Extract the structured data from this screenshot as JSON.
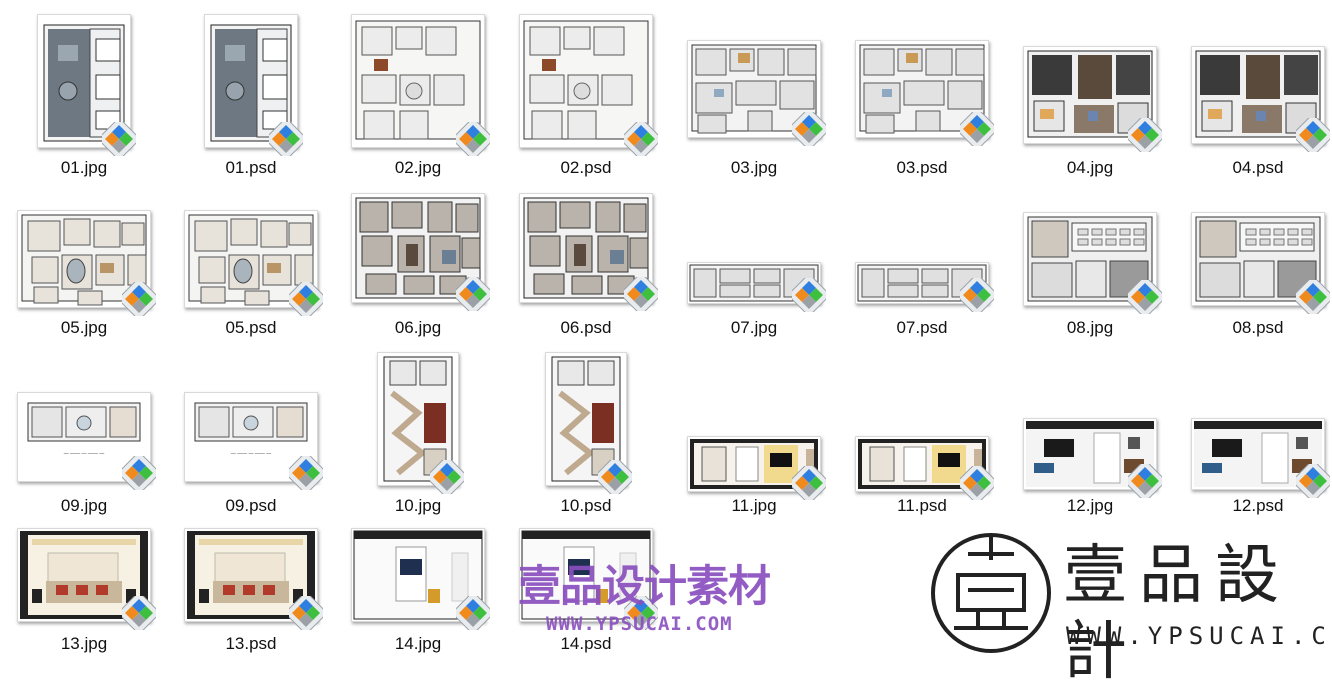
{
  "files": [
    {
      "label": "01.jpg",
      "kind": "v1"
    },
    {
      "label": "01.psd",
      "kind": "v1"
    },
    {
      "label": "02.jpg",
      "kind": "v2"
    },
    {
      "label": "02.psd",
      "kind": "v2"
    },
    {
      "label": "03.jpg",
      "kind": "v3"
    },
    {
      "label": "03.psd",
      "kind": "v3"
    },
    {
      "label": "04.jpg",
      "kind": "v4"
    },
    {
      "label": "04.psd",
      "kind": "v4"
    },
    {
      "label": "05.jpg",
      "kind": "v5"
    },
    {
      "label": "05.psd",
      "kind": "v5"
    },
    {
      "label": "06.jpg",
      "kind": "v6"
    },
    {
      "label": "06.psd",
      "kind": "v6"
    },
    {
      "label": "07.jpg",
      "kind": "v7"
    },
    {
      "label": "07.psd",
      "kind": "v7"
    },
    {
      "label": "08.jpg",
      "kind": "v8"
    },
    {
      "label": "08.psd",
      "kind": "v8"
    },
    {
      "label": "09.jpg",
      "kind": "v9"
    },
    {
      "label": "09.psd",
      "kind": "v9"
    },
    {
      "label": "10.jpg",
      "kind": "v10"
    },
    {
      "label": "10.psd",
      "kind": "v10"
    },
    {
      "label": "11.jpg",
      "kind": "v11"
    },
    {
      "label": "11.psd",
      "kind": "v11"
    },
    {
      "label": "12.jpg",
      "kind": "v12"
    },
    {
      "label": "12.psd",
      "kind": "v12"
    },
    {
      "label": "13.jpg",
      "kind": "v13"
    },
    {
      "label": "13.psd",
      "kind": "v13"
    },
    {
      "label": "14.jpg",
      "kind": "v14"
    },
    {
      "label": "14.psd",
      "kind": "v14"
    }
  ],
  "watermark": {
    "title": "壹品设计素材",
    "url": "WWW.YPSUCAI.COM"
  },
  "logo": {
    "char": "壹",
    "name": "壹品設計",
    "url": "WWW.YPSUCAI.COM"
  },
  "colors": {
    "badge_blue": "#2f7fe0",
    "badge_green": "#3fbf3f",
    "badge_orange": "#f08a1c",
    "badge_grey": "#9aa0a6",
    "watermark": "#8a4fbf"
  }
}
